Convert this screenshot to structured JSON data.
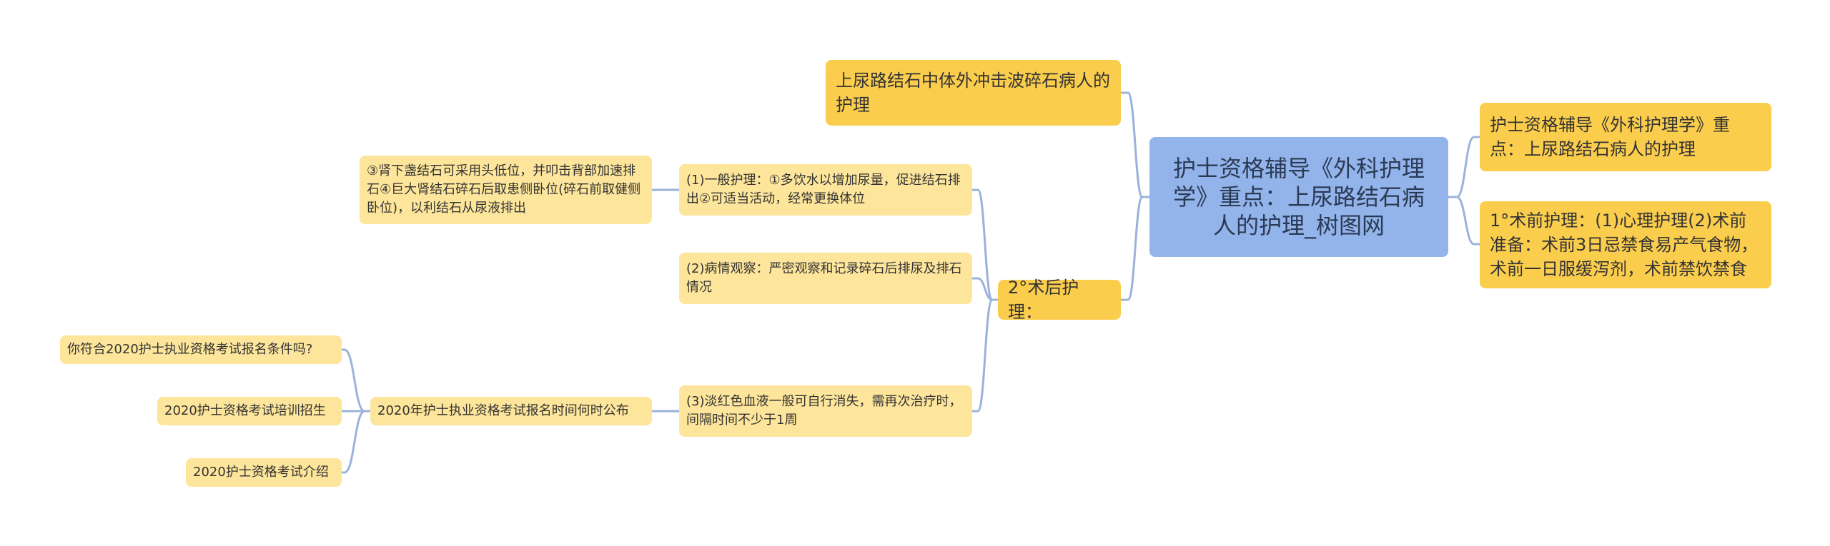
{
  "root": {
    "text": "护士资格辅导《外科护理学》重点：上尿路结石病人的护理_树图网"
  },
  "top_left": {
    "text": "上尿路结石中体外冲击波碎石病人的护理"
  },
  "postop": {
    "label": "2°术后护理：",
    "general": "(1)一般护理：①多饮水以增加尿量，促进结石排出②可适当活动，经常更换体位",
    "general_child": "③肾下盏结石可采用头低位，并叩击背部加速排石④巨大肾结石碎石后取患侧卧位(碎石前取健侧卧位)，以利结石从尿液排出",
    "observe": "(2)病情观察：严密观察和记录碎石后排尿及排石情况",
    "hematuria": "(3)淡红色血液一般可自行消失，需再次治疗时，间隔时间不少于1周",
    "exam_time": "2020年护士执业资格考试报名时间何时公布",
    "exam_links": [
      "你符合2020护士执业资格考试报名条件吗?",
      "2020护士资格考试培训招生",
      "2020护士资格考试介绍"
    ]
  },
  "right": {
    "title": "护士资格辅导《外科护理学》重点：上尿路结石病人的护理",
    "preop": "1°术前护理：(1)心理护理(2)术前准备：术前3日忌禁食易产气食物，术前一日服缓泻剂，术前禁饮禁食"
  }
}
